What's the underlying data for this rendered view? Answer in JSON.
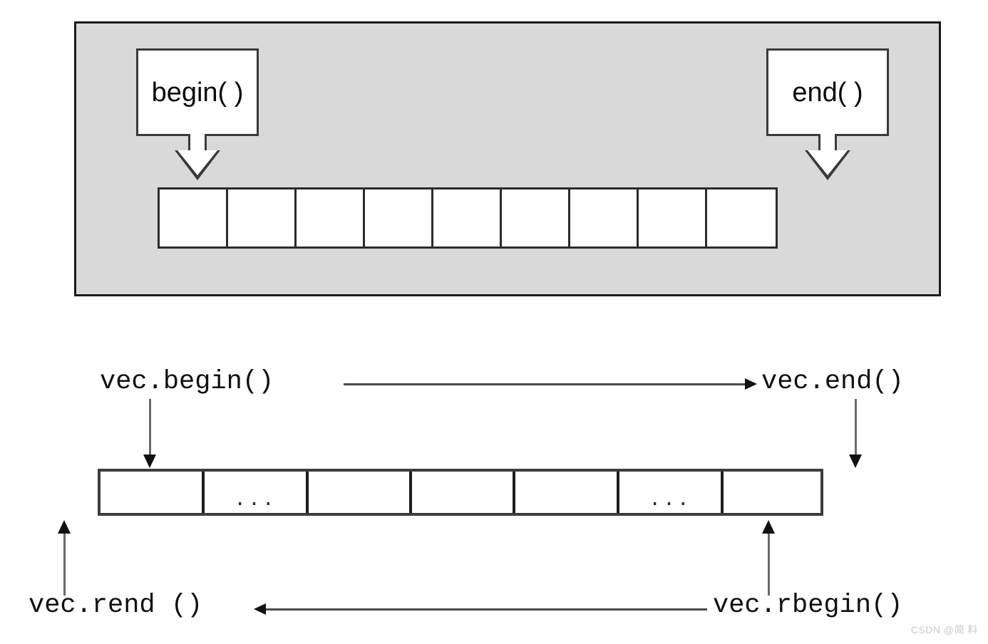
{
  "figure_top": {
    "panel_bg": "#d9d9d9",
    "callouts": [
      {
        "name": "begin",
        "label": "begin( )"
      },
      {
        "name": "end",
        "label": "end( )"
      }
    ],
    "array": {
      "cell_count": 9,
      "cells": [
        "",
        "",
        "",
        "",
        "",
        "",
        "",
        "",
        ""
      ]
    }
  },
  "figure_bottom": {
    "labels": {
      "begin": "vec.begin()",
      "end": "vec.end()",
      "rend": "vec.rend ()",
      "rbegin": "vec.rbegin()"
    },
    "array": {
      "cell_count": 7,
      "cells": [
        "",
        "...",
        "",
        "",
        "",
        "...",
        ""
      ]
    },
    "connectors": [
      {
        "name": "begin-to-end",
        "direction": "right"
      },
      {
        "name": "rbegin-to-rend",
        "direction": "left"
      },
      {
        "name": "begin-down",
        "direction": "down"
      },
      {
        "name": "end-down",
        "direction": "down"
      },
      {
        "name": "rend-up",
        "direction": "up"
      },
      {
        "name": "rbegin-up",
        "direction": "up"
      }
    ]
  },
  "watermark": {
    "text": "CSDN @简 料"
  }
}
